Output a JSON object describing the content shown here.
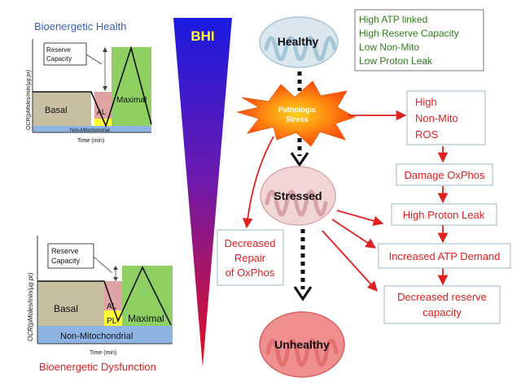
{
  "top_chart": {
    "title": "Bioenergetic Health",
    "y_axis_label": "OCR(pMoles/min/µg pr)",
    "x_axis_label": "Time (min)",
    "reserve_capacity": "Reserve Capacity",
    "basal": "Basal",
    "atp_linked": "AL",
    "maximal": "Maximal",
    "non_mito": "Non-Mitochondrial"
  },
  "bottom_chart": {
    "title": "Bioenergetic Dysfunction",
    "y_axis_label": "OCR(pMoles/min/µg pr)",
    "x_axis_label": "Time (min)",
    "reserve_capacity": "Reserve Capacity",
    "basal": "Basal",
    "atp_linked": "AL",
    "proton_leak": "PL",
    "maximal": "Maximal",
    "non_mito": "Non-Mitochondrial"
  },
  "bhi_label": "BHI",
  "states": {
    "healthy": "Healthy",
    "stressed": "Stressed",
    "unhealthy": "Unhealthy"
  },
  "pathologic_stress": [
    "Pathologic",
    "Stress"
  ],
  "healthy_box": [
    "High ATP linked",
    "High Reserve  Capacity",
    "Low Non-Mito",
    "Low Proton Leak"
  ],
  "ros_box": [
    "High",
    "Non-Mito",
    "ROS"
  ],
  "damage_box": "Damage OxPhos",
  "decreased_repair": [
    "Decreased",
    "Repair",
    "of OxPhos"
  ],
  "proton_leak_box": "High Proton Leak",
  "atp_demand_box": "Increased ATP Demand",
  "reserve_box": [
    "Decreased reserve",
    "capacity"
  ],
  "colors": {
    "title_blue": "#3a5fb8",
    "green_text": "#2f7d1c",
    "red": "#e02020",
    "basal": "#c8bfa3",
    "atp_linked": "#e0a3a3",
    "maximal": "#8ed062",
    "non_mito": "#8eb4e3",
    "proton_leak": "#ffff33"
  }
}
